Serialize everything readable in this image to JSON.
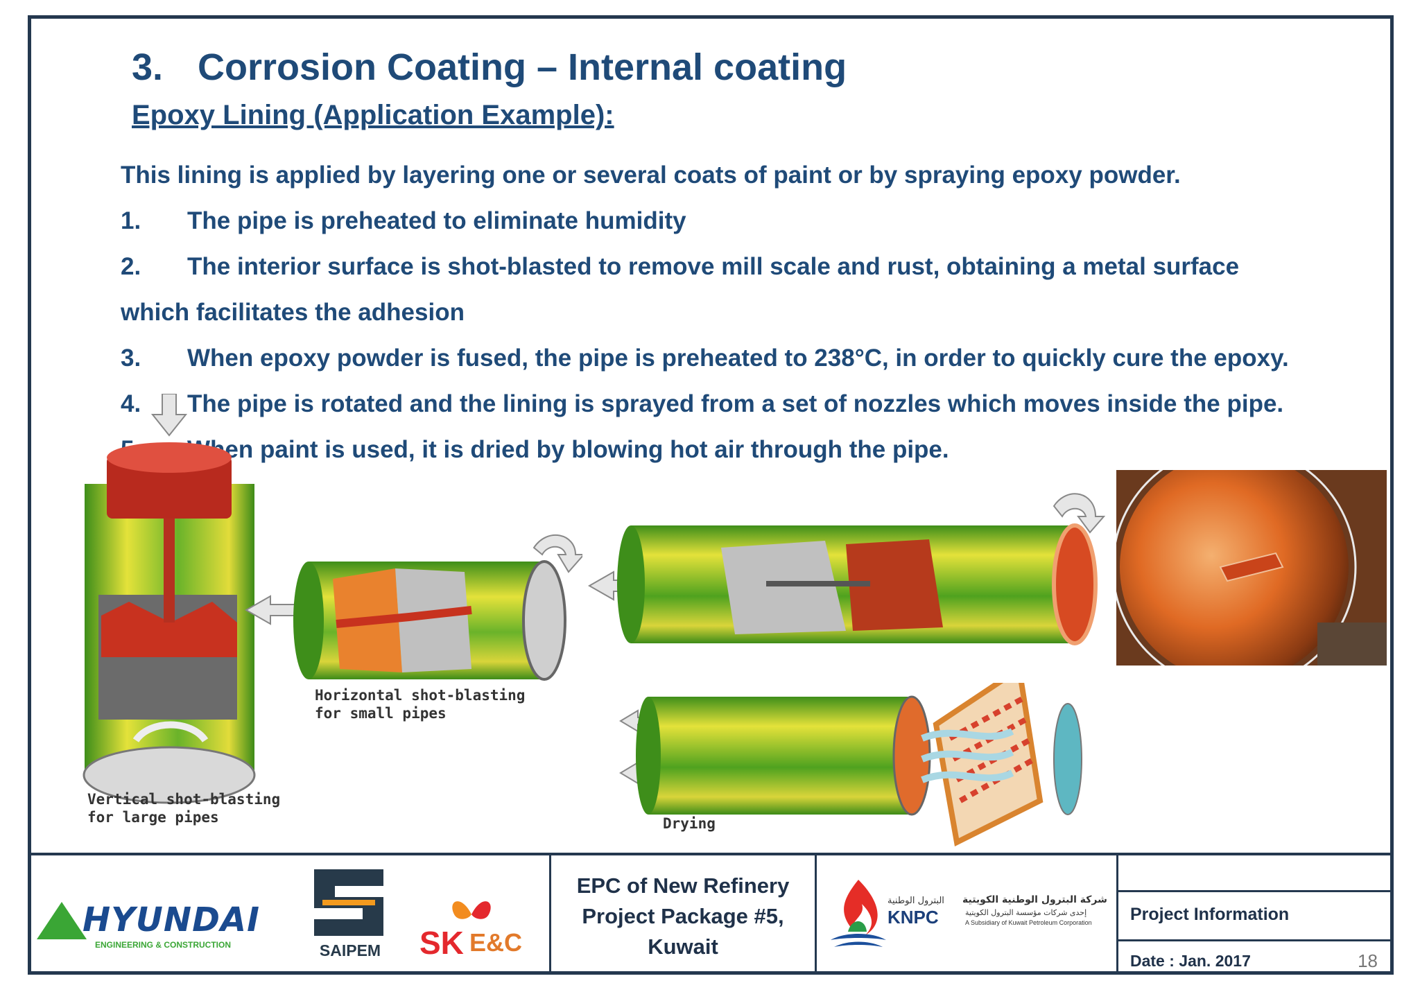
{
  "header": {
    "section_number": "3.",
    "title": "Corrosion Coating – Internal coating",
    "subtitle": "Epoxy Lining (Application Example):"
  },
  "body": {
    "intro": "This lining is applied by layering one or several coats of paint or by spraying epoxy powder.",
    "steps": [
      {
        "num": "1.",
        "text": "The pipe is preheated to eliminate humidity"
      },
      {
        "num": "2.",
        "text": "The interior surface is shot-blasted to remove mill scale and rust, obtaining a metal surface",
        "cont": "which facilitates the adhesion"
      },
      {
        "num": "3.",
        "text": "When epoxy powder is fused, the pipe is preheated to 238°C, in order to quickly cure the epoxy."
      },
      {
        "num": "4.",
        "text": "The pipe is rotated and the lining is sprayed from a set of nozzles which moves inside the pipe."
      },
      {
        "num": "5.",
        "text": "When paint is used, it is dried by blowing hot air through the pipe."
      }
    ]
  },
  "figures": {
    "vertical_caption_1": "Vertical shot-blasting",
    "vertical_caption_2": "for large pipes",
    "horizontal_caption_1": "Horizontal shot-blasting",
    "horizontal_caption_2": "for small pipes",
    "drying_caption": "Drying"
  },
  "footer": {
    "hyundai_logo": "HYUNDAI",
    "hyundai_sub": "ENGINEERING & CONSTRUCTION",
    "saipem": "SAIPEM",
    "sk_logo": "SK",
    "sk_ec": "E&C",
    "epc_line1": "EPC of New Refinery",
    "epc_line2": "Project Package #5,",
    "epc_line3": "Kuwait",
    "knpc": "KNPC",
    "knpc_arabic_1": "شركة البترول الوطنية الكويتية",
    "knpc_arabic_2": "البترول الوطنية",
    "knpc_arabic_3": "إحدى شركات مؤسسة البترول الكويتية",
    "knpc_sub": "A Subsidiary of Kuwait Petroleum Corporation",
    "project_info": "Project Information",
    "date": "Date : Jan. 2017",
    "page": "18"
  },
  "colors": {
    "heading": "#1f4a78",
    "frame": "#24384f",
    "pipe_green": "#4a9d1f",
    "pipe_yellow": "#e4e23a",
    "lining_red": "#c7321e",
    "lining_orange": "#e9822e"
  }
}
